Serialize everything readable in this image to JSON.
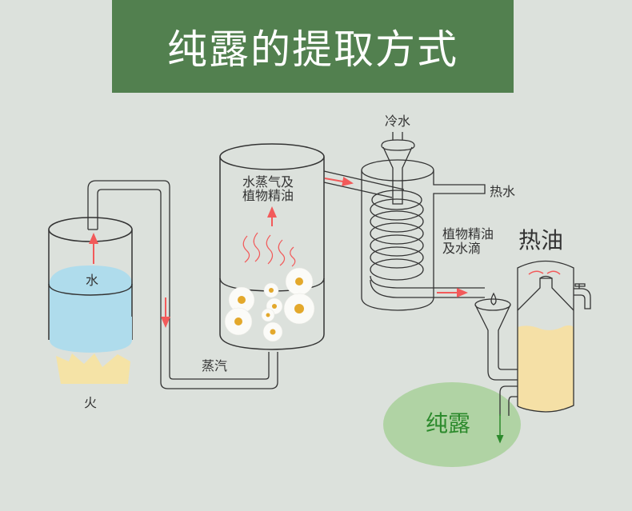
{
  "title": "纯露的提取方式",
  "labels": {
    "water": "水",
    "fire": "火",
    "steam": "蒸汽",
    "steam_and_oil_line1": "水蒸气及",
    "steam_and_oil_line2": "植物精油",
    "cold_water": "冷水",
    "hot_water": "热水",
    "oil_and_drops_line1": "植物精油",
    "oil_and_drops_line2": "及水滴",
    "hot_oil": "热油",
    "hydrosol": "纯露"
  },
  "colors": {
    "banner": "#52804f",
    "background": "#dce1dc",
    "water": "#afdcec",
    "fire": "#f5e3a6",
    "oil": "#f5e0a6",
    "arrow": "#f25a5a",
    "hydrosol_circle": "#b0d3a4",
    "hydrosol_text": "#2c8a2c"
  }
}
